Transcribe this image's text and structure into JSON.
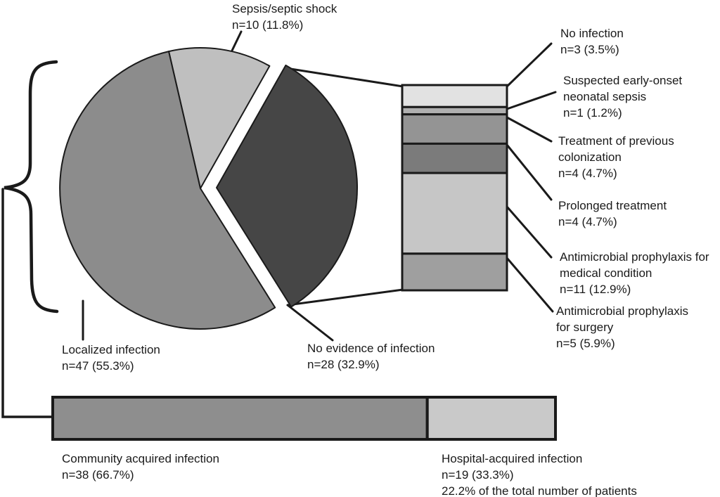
{
  "figure": {
    "background": "#ffffff",
    "text_color": "#1a1a1a",
    "stroke_color": "#1a1a1a"
  },
  "chart_data": [
    {
      "type": "pie",
      "title": "",
      "legend": "none",
      "slices": [
        {
          "label": "Sepsis/septic shock",
          "n": 10,
          "pct": 11.8,
          "color": "#bfbfbf",
          "exploded": false,
          "label_lines": [
            "Sepsis/septic shock",
            "n=10 (11.8%)"
          ]
        },
        {
          "label": "No evidence of infection",
          "n": 28,
          "pct": 32.9,
          "color": "#464646",
          "exploded": true,
          "label_lines": [
            "No evidence of infection",
            "n=28 (32.9%)"
          ]
        },
        {
          "label": "Localized infection",
          "n": 47,
          "pct": 55.3,
          "color": "#8c8c8c",
          "exploded": false,
          "label_lines": [
            "Localized infection",
            "n=47 (55.3%)"
          ]
        }
      ]
    },
    {
      "type": "bar",
      "subtype": "stacked-vertical-breakdown",
      "describes": "No evidence of infection",
      "segments": [
        {
          "label": "No infection",
          "n": 3,
          "pct": 3.5,
          "color": "#e2e2e2",
          "label_lines": [
            "No infection",
            "n=3 (3.5%)"
          ]
        },
        {
          "label": "Suspected early-onset neonatal sepsis",
          "n": 1,
          "pct": 1.2,
          "color": "#b0b0b0",
          "label_lines": [
            "Suspected early-onset",
            "neonatal sepsis",
            "n=1 (1.2%)"
          ]
        },
        {
          "label": "Treatment of previous colonization",
          "n": 4,
          "pct": 4.7,
          "color": "#949494",
          "label_lines": [
            "Treatment of previous",
            "colonization",
            "n=4 (4.7%)"
          ]
        },
        {
          "label": "Prolonged treatment",
          "n": 4,
          "pct": 4.7,
          "color": "#7b7b7b",
          "label_lines": [
            "Prolonged treatment",
            "n=4 (4.7%)"
          ]
        },
        {
          "label": "Antimicrobial prophylaxis for medical condition",
          "n": 11,
          "pct": 12.9,
          "color": "#c6c6c6",
          "label_lines": [
            "Antimicrobial prophylaxis for",
            "medical condition",
            "n=11 (12.9%)"
          ]
        },
        {
          "label": "Antimicrobial prophylaxis for surgery",
          "n": 5,
          "pct": 5.9,
          "color": "#9f9f9f",
          "label_lines": [
            "Antimicrobial prophylaxis",
            "for surgery",
            "n=5 (5.9%)"
          ]
        }
      ]
    },
    {
      "type": "bar",
      "subtype": "horizontal-split",
      "split_fraction": 0.745,
      "segments": [
        {
          "label": "Community acquired infection",
          "n": 38,
          "pct": 66.7,
          "color": "#8e8e8e",
          "label_lines": [
            "Community acquired infection",
            "n=38 (66.7%)"
          ]
        },
        {
          "label": "Hospital-acquired infection",
          "n": 19,
          "pct": 33.3,
          "color": "#c9c9c9",
          "label_lines": [
            "Hospital-acquired infection",
            "n=19 (33.3%)",
            "22.2% of the total number of patients"
          ]
        }
      ]
    }
  ]
}
